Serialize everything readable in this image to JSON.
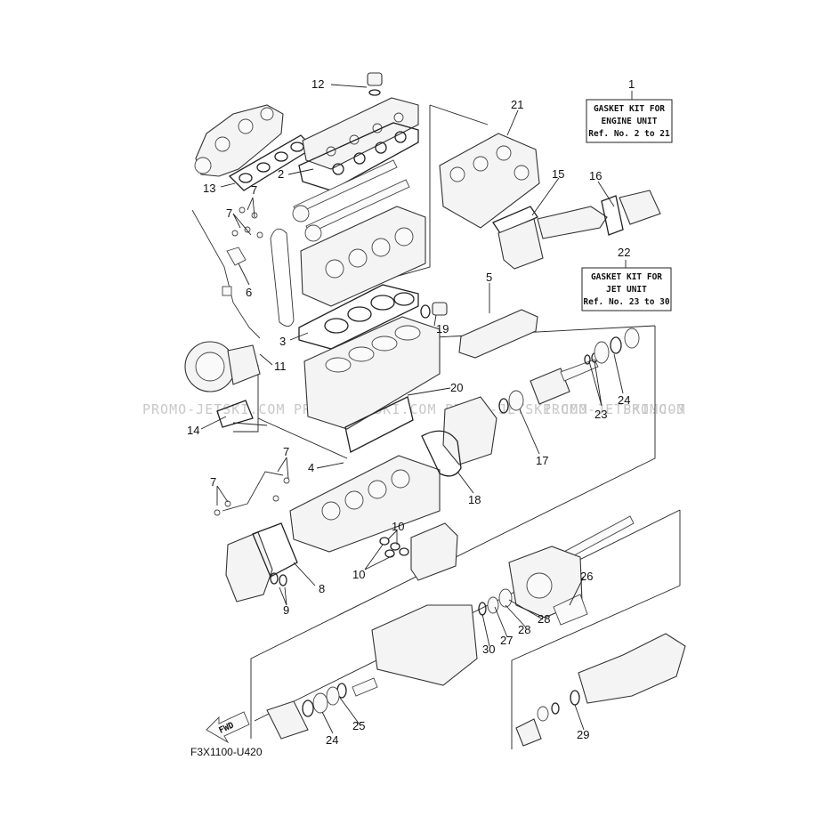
{
  "diagram": {
    "drawing_code": "F3X1100-U420",
    "watermark": [
      "PROMO-JETSKI.COM",
      "PROMO-JETSKI.COM",
      "PROMO-JETSKI.COM",
      "PROMO-JETSKI.COM",
      "PROMO-J"
    ],
    "kit_engine": {
      "number": "1",
      "line1": "GASKET KIT FOR",
      "line2": "ENGINE UNIT",
      "line3": "Ref. No. 2 to 21"
    },
    "kit_jet": {
      "number": "22",
      "line1": "GASKET KIT FOR",
      "line2": "JET UNIT",
      "line3": "Ref. No. 23 to 30"
    },
    "fwd_label": "FWD",
    "labels": {
      "l2": "2",
      "l3": "3",
      "l4": "4",
      "l5": "5",
      "l6": "6",
      "l7a": "7",
      "l7b": "7",
      "l7c": "7",
      "l7d": "7",
      "l8": "8",
      "l9": "9",
      "l10a": "10",
      "l10b": "10",
      "l11": "11",
      "l12": "12",
      "l13": "13",
      "l14": "14",
      "l15": "15",
      "l16": "16",
      "l17": "17",
      "l18": "18",
      "l19": "19",
      "l20": "20",
      "l21": "21",
      "l23": "23",
      "l24a": "24",
      "l24b": "24",
      "l25": "25",
      "l26": "26",
      "l27": "27",
      "l28a": "28",
      "l28b": "28",
      "l29": "29",
      "l30": "30"
    }
  }
}
